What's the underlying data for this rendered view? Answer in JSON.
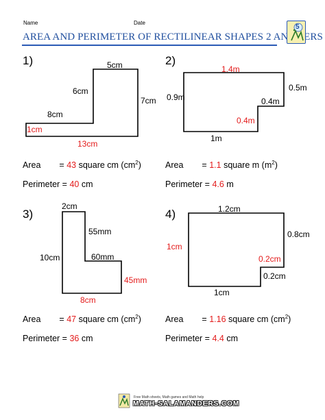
{
  "header": {
    "name_label": "Name",
    "date_label": "Date",
    "title": "AREA AND PERIMETER OF RECTILINEAR SHAPES 2 ANSWERS",
    "logo_number": "5"
  },
  "problems": [
    {
      "number": "1)",
      "labels": {
        "top": "5cm",
        "inner_vertical": "6cm",
        "right": "7cm",
        "inner_horizontal": "8cm",
        "left": "1cm",
        "bottom": "13cm"
      },
      "area": {
        "prefix": "Area",
        "eq": "=",
        "value": "43",
        "unit": "square cm (cm",
        "sup": "2",
        "close": ")"
      },
      "perimeter": {
        "prefix": "Perimeter =",
        "value": "40",
        "unit": "cm"
      }
    },
    {
      "number": "2)",
      "labels": {
        "top": "1.4m",
        "left": "0.9m",
        "right": "0.5m",
        "step_horizontal": "0.4m",
        "step_vertical": "0.4m",
        "bottom": "1m"
      },
      "area": {
        "prefix": "Area",
        "eq": "=",
        "value": "1.1",
        "unit": "square m (m",
        "sup": "2",
        "close": ")"
      },
      "perimeter": {
        "prefix": "Perimeter =",
        "value": "4.6",
        "unit": "m"
      }
    },
    {
      "number": "3)",
      "labels": {
        "top": "2cm",
        "inner_vertical": "55mm",
        "left": "10cm",
        "inner_horizontal": "60mm",
        "right": "45mm",
        "bottom": "8cm"
      },
      "area": {
        "prefix": "Area",
        "eq": "=",
        "value": "47",
        "unit": "square cm (cm",
        "sup": "2",
        "close": ")"
      },
      "perimeter": {
        "prefix": "Perimeter =",
        "value": "36",
        "unit": "cm"
      }
    },
    {
      "number": "4)",
      "labels": {
        "top": "1.2cm",
        "left": "1cm",
        "right": "0.8cm",
        "step_horizontal": "0.2cm",
        "step_vertical": "0.2cm",
        "bottom": "1cm"
      },
      "area": {
        "prefix": "Area",
        "eq": "=",
        "value": "1.16",
        "unit": "square cm (cm",
        "sup": "2",
        "close": ")"
      },
      "perimeter": {
        "prefix": "Perimeter =",
        "value": "4.4",
        "unit": "cm"
      }
    }
  ],
  "footer": {
    "tagline": "Free Math sheets, Math games and Math help",
    "brand": "MATH-SALAMANDERS.COM"
  },
  "colors": {
    "title_blue": "#1f4e9e",
    "answer_red": "#e31b1b"
  }
}
